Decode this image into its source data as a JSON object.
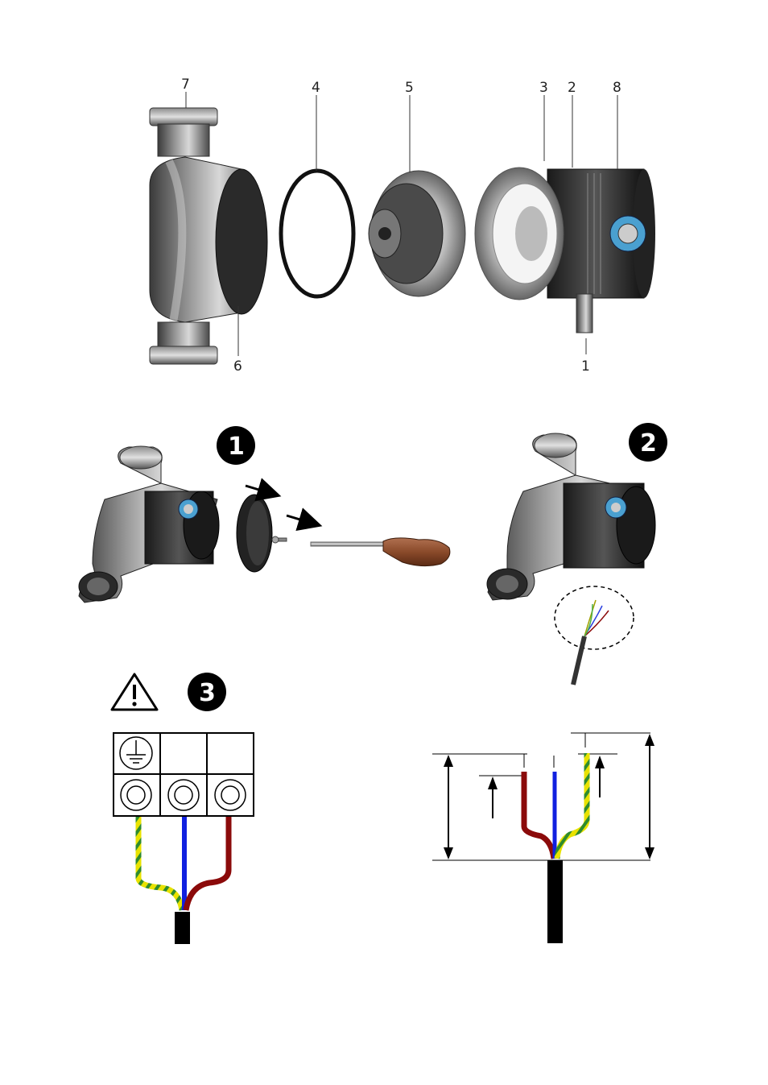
{
  "part_labels": {
    "pump_housing_top": "7",
    "oring": "4",
    "rotor": "5",
    "stator_ring": "3",
    "stator_body": "2",
    "cover": "8",
    "pump_housing_bottom": "6",
    "cable_gland": "1"
  },
  "steps": {
    "step1": "1",
    "step2": "2",
    "step3": "3"
  },
  "wire_colors": {
    "earth_yellow": "#e8e200",
    "earth_green": "#2e8b2e",
    "neutral_blue": "#1020e0",
    "live_brown": "#8b0a0a",
    "sheath_black": "#000000"
  },
  "icons": [
    "earth-symbol-icon",
    "warning-triangle-icon",
    "terminal-screw-icon",
    "screwdriver-icon",
    "arrow-icon"
  ]
}
